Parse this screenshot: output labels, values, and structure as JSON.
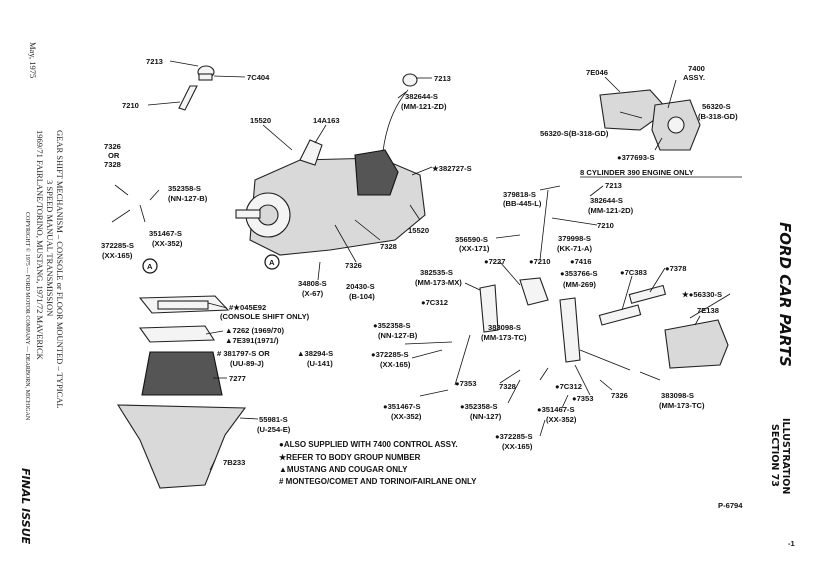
{
  "side": {
    "date": "May, 1975",
    "title_line1": "GEAR SHIFT MECHANISM – CONSOLE or FLOOR MOUNTED – TYPICAL",
    "title_line2": "3 SPEED MANUAL TRANSMISSION",
    "title_line3": "1969/71    FAIRLANE/TORINO, MUSTANG,    1971/72    MAVERICK",
    "copyright": "COPYRIGHT © 1975 — FORD MOTOR COMPANY — DEARBORN, MICHIGAN",
    "final": "FINAL ISSUE"
  },
  "right": {
    "brand": "FORD CAR PARTS",
    "illustration": "ILLUSTRATION",
    "section": "SECTION 73"
  },
  "figure_no": "P-6794",
  "corner_mark": "-1",
  "callouts": [
    {
      "name": "7213-top-left",
      "text": "7213"
    },
    {
      "name": "7c404",
      "text": "7C404"
    },
    {
      "name": "7210-top-left",
      "text": "7210"
    },
    {
      "name": "7213-top-center",
      "text": "7213"
    },
    {
      "name": "382644-s-top",
      "text": "382644-S"
    },
    {
      "name": "mm-121-zd-top",
      "text": "(MM-121-ZD)"
    },
    {
      "name": "7e046",
      "text": "7E046"
    },
    {
      "name": "7400-assy",
      "text": "7400"
    },
    {
      "name": "assy",
      "text": "ASSY."
    },
    {
      "name": "15520-top",
      "text": "15520"
    },
    {
      "name": "14a163",
      "text": "14A163"
    },
    {
      "name": "56320-s-right",
      "text": "56320-S"
    },
    {
      "name": "b-318-gd-right",
      "text": "(B-318-GD)"
    },
    {
      "name": "56320-s-left",
      "text": "56320-S(B-318-GD)"
    },
    {
      "name": "7326-left",
      "text": "7326"
    },
    {
      "name": "or",
      "text": "OR"
    },
    {
      "name": "7328-left",
      "text": "7328"
    },
    {
      "name": "377693-s",
      "text": "●377693-S"
    },
    {
      "name": "engine-only",
      "text": "8 CYLINDER 390 ENGINE ONLY"
    },
    {
      "name": "382727-s",
      "text": "★382727-S"
    },
    {
      "name": "352358-s-top",
      "text": "352358-S"
    },
    {
      "name": "nn-127-b-top",
      "text": "(NN-127-B)"
    },
    {
      "name": "7213-right",
      "text": "7213"
    },
    {
      "name": "379818-s",
      "text": "379818-S"
    },
    {
      "name": "bb-445-l",
      "text": "(BB-445-L)"
    },
    {
      "name": "382644-s-right",
      "text": "382644-S"
    },
    {
      "name": "mm-121-2d",
      "text": "(MM-121-2D)"
    },
    {
      "name": "351467-s-left",
      "text": "351467-S"
    },
    {
      "name": "xx-352-left",
      "text": "(XX-352)"
    },
    {
      "name": "372285-s-left",
      "text": "372285-S"
    },
    {
      "name": "xx-165-left",
      "text": "(XX-165)"
    },
    {
      "name": "15520-bottom",
      "text": "15520"
    },
    {
      "name": "7210-right",
      "text": "7210"
    },
    {
      "name": "356590-s",
      "text": "356590-S"
    },
    {
      "name": "xx-171",
      "text": "(XX-171)"
    },
    {
      "name": "379998-s",
      "text": "379998-S"
    },
    {
      "name": "kk-71-a",
      "text": "(KK-71-A)"
    },
    {
      "name": "7328-center",
      "text": "7328"
    },
    {
      "name": "7227",
      "text": "●7227"
    },
    {
      "name": "7210-dot",
      "text": "●7210"
    },
    {
      "name": "7416",
      "text": "●7416"
    },
    {
      "name": "7326-center",
      "text": "7326"
    },
    {
      "name": "382535-s",
      "text": "382535-S"
    },
    {
      "name": "mm-173-mx",
      "text": "(MM-173-MX)"
    },
    {
      "name": "353766-s",
      "text": "●353766-S"
    },
    {
      "name": "mm-269",
      "text": "(MM-269)"
    },
    {
      "name": "7c383",
      "text": "●7C383"
    },
    {
      "name": "7378",
      "text": "●7378"
    },
    {
      "name": "34808-s",
      "text": "34808-S"
    },
    {
      "name": "x-67",
      "text": "(X-67)"
    },
    {
      "name": "20430-s",
      "text": "20430-S"
    },
    {
      "name": "b-104",
      "text": "(B-104)"
    },
    {
      "name": "56330-s",
      "text": "★●56330-S"
    },
    {
      "name": "045e92",
      "text": "#★045E92"
    },
    {
      "name": "console-shift",
      "text": "(CONSOLE SHIFT ONLY)"
    },
    {
      "name": "7c312-top",
      "text": "●7C312"
    },
    {
      "name": "7e138",
      "text": "7E138"
    },
    {
      "name": "7262",
      "text": "▲7262 (1969/70)"
    },
    {
      "name": "7e391",
      "text": "▲7E391(1971/)"
    },
    {
      "name": "352358-s-mid",
      "text": "●352358-S"
    },
    {
      "name": "nn-127-b-mid",
      "text": "(NN-127-B)"
    },
    {
      "name": "383098-s-center",
      "text": "383098-S"
    },
    {
      "name": "mm-173-tc-center",
      "text": "(MM-173-TC)"
    },
    {
      "name": "381797-s",
      "text": "# 381797-S OR"
    },
    {
      "name": "uu-89-j",
      "text": "(UU-89-J)"
    },
    {
      "name": "38294-s",
      "text": "▲38294-S"
    },
    {
      "name": "u-141",
      "text": "(U-141)"
    },
    {
      "name": "372285-s-mid",
      "text": "●372285-S"
    },
    {
      "name": "xx-165-mid",
      "text": "(XX-165)"
    },
    {
      "name": "7277",
      "text": "7277"
    },
    {
      "name": "7353-left",
      "text": "●7353"
    },
    {
      "name": "7328-bottom",
      "text": "7328"
    },
    {
      "name": "7c312-bottom",
      "text": "●7C312"
    },
    {
      "name": "7326-bottom",
      "text": "7326"
    },
    {
      "name": "383098-s-right",
      "text": "383098-S"
    },
    {
      "name": "mm-173-tc-right",
      "text": "(MM-173-TC)"
    },
    {
      "name": "7353-right",
      "text": "●7353"
    },
    {
      "name": "351467-s-bottom-left",
      "text": "●351467-S"
    },
    {
      "name": "xx-352-bottom-left",
      "text": "(XX-352)"
    },
    {
      "name": "352358-s-bottom",
      "text": "●352358-S"
    },
    {
      "name": "nn-127-bottom",
      "text": "(NN-127)"
    },
    {
      "name": "351467-s-bottom-right",
      "text": "●351467-S"
    },
    {
      "name": "xx-352-bottom-right",
      "text": "(XX-352)"
    },
    {
      "name": "55981-s",
      "text": "55981-S"
    },
    {
      "name": "u-254-e",
      "text": "(U-254-E)"
    },
    {
      "name": "372285-s-bottom",
      "text": "●372285-S"
    },
    {
      "name": "xx-165-bottom",
      "text": "(XX-165)"
    },
    {
      "name": "7b233",
      "text": "7B233"
    },
    {
      "name": "circle-a-left",
      "text": "A"
    },
    {
      "name": "circle-a-center",
      "text": "A"
    }
  ],
  "legend": [
    "●ALSO SUPPLIED WITH 7400 CONTROL ASSY.",
    "★REFER TO BODY GROUP NUMBER",
    "▲MUSTANG AND COUGAR ONLY",
    "# MONTEGO/COMET AND TORINO/FAIRLANE ONLY"
  ]
}
